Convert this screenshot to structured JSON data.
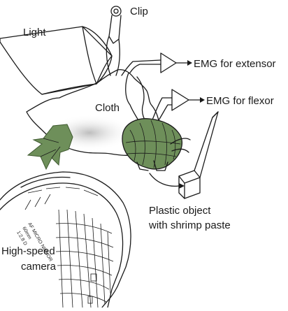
{
  "labels": {
    "clip": "Clip",
    "light": "Light",
    "cloth": "Cloth",
    "emg_extensor": "EMG for extensor",
    "emg_flexor": "EMG for flexor",
    "plastic_object_line1": "Plastic object",
    "plastic_object_line2": "with shrimp paste",
    "camera_line1": "High-speed",
    "camera_line2": "camera"
  },
  "lens_markings": {
    "line1": "AF MICRO NIKKOR",
    "line2": "60mm",
    "line3": "1:2.8 D"
  },
  "colors": {
    "ink": "#1a1a1a",
    "shrimp_green": "#6e8f5a",
    "shrimp_dark": "#3f5a30",
    "shadow": "#c9c9c9"
  }
}
